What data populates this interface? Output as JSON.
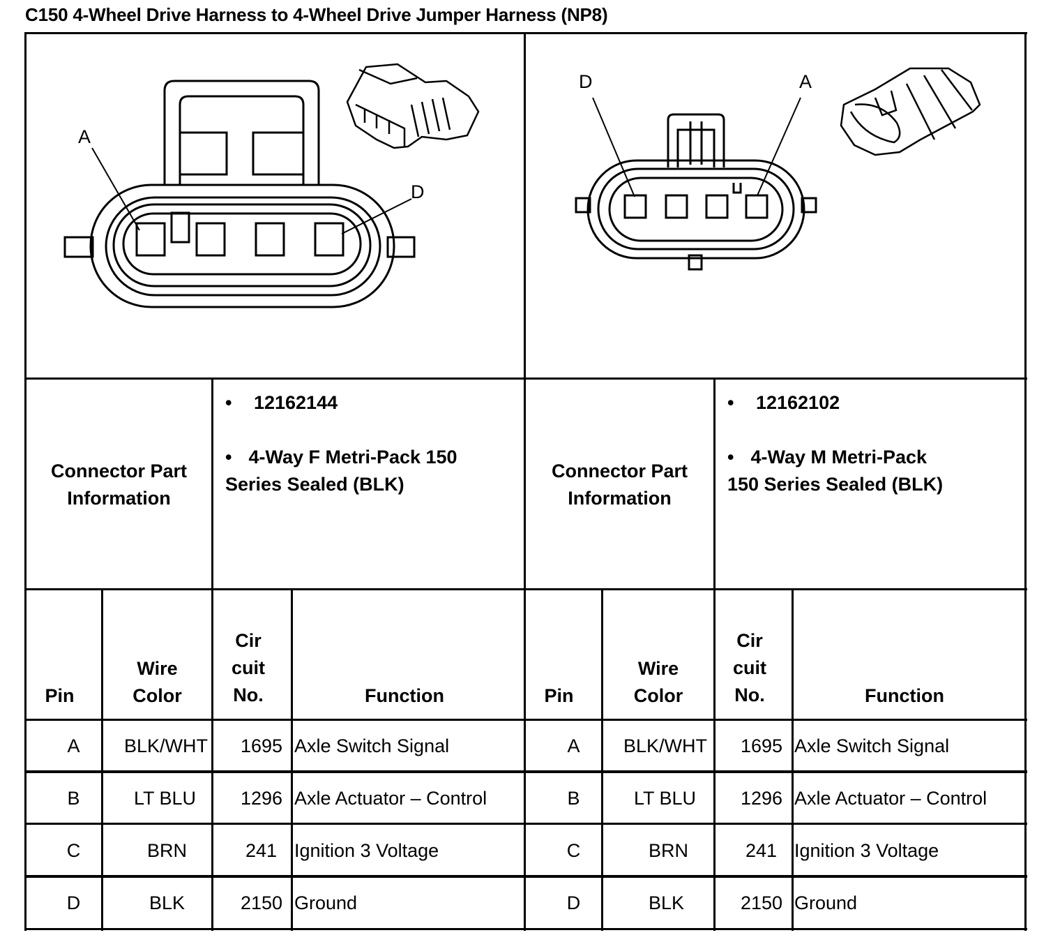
{
  "title": "C150 4-Wheel Drive Harness to 4-Wheel Drive Jumper Harness (NP8)",
  "connectors": [
    {
      "side": "left",
      "pin_labels": {
        "first": "A",
        "last": "D"
      },
      "part_info_label": "Connector Part Information",
      "part_info_label_lines": [
        "Connector Part",
        "Information"
      ],
      "part_number": "12162144",
      "description_lines": [
        "4-Way F Metri-Pack 150",
        "Series Sealed (BLK)"
      ],
      "headers": {
        "pin": "Pin",
        "wire_color_lines": [
          "Wire",
          "Color"
        ],
        "circuit_lines": [
          "Cir",
          "cuit",
          "No."
        ],
        "function": "Function"
      },
      "rows": [
        {
          "pin": "A",
          "wire_color": "BLK/WHT",
          "circuit": "1695",
          "function": "Axle Switch Signal"
        },
        {
          "pin": "B",
          "wire_color": "LT BLU",
          "circuit": "1296",
          "function": "Axle Actuator – Control"
        },
        {
          "pin": "C",
          "wire_color": "BRN",
          "circuit": "241",
          "function": "Ignition 3 Voltage"
        },
        {
          "pin": "D",
          "wire_color": "BLK",
          "circuit": "2150",
          "function": "Ground"
        }
      ]
    },
    {
      "side": "right",
      "pin_labels": {
        "first": "D",
        "last": "A"
      },
      "part_info_label": "Connector Part Information",
      "part_info_label_lines": [
        "Connector Part",
        "Information"
      ],
      "part_number": "12162102",
      "description_lines": [
        "4-Way M Metri-Pack",
        "150 Series Sealed (BLK)"
      ],
      "headers": {
        "pin": "Pin",
        "wire_color_lines": [
          "Wire",
          "Color"
        ],
        "circuit_lines": [
          "Cir",
          "cuit",
          "No."
        ],
        "function": "Function"
      },
      "rows": [
        {
          "pin": "A",
          "wire_color": "BLK/WHT",
          "circuit": "1695",
          "function": "Axle Switch Signal"
        },
        {
          "pin": "B",
          "wire_color": "LT BLU",
          "circuit": "1296",
          "function": "Axle Actuator – Control"
        },
        {
          "pin": "C",
          "wire_color": "BRN",
          "circuit": "241",
          "function": "Ignition 3 Voltage"
        },
        {
          "pin": "D",
          "wire_color": "BLK",
          "circuit": "2150",
          "function": "Ground"
        }
      ]
    }
  ],
  "bullet_glyph": "•"
}
